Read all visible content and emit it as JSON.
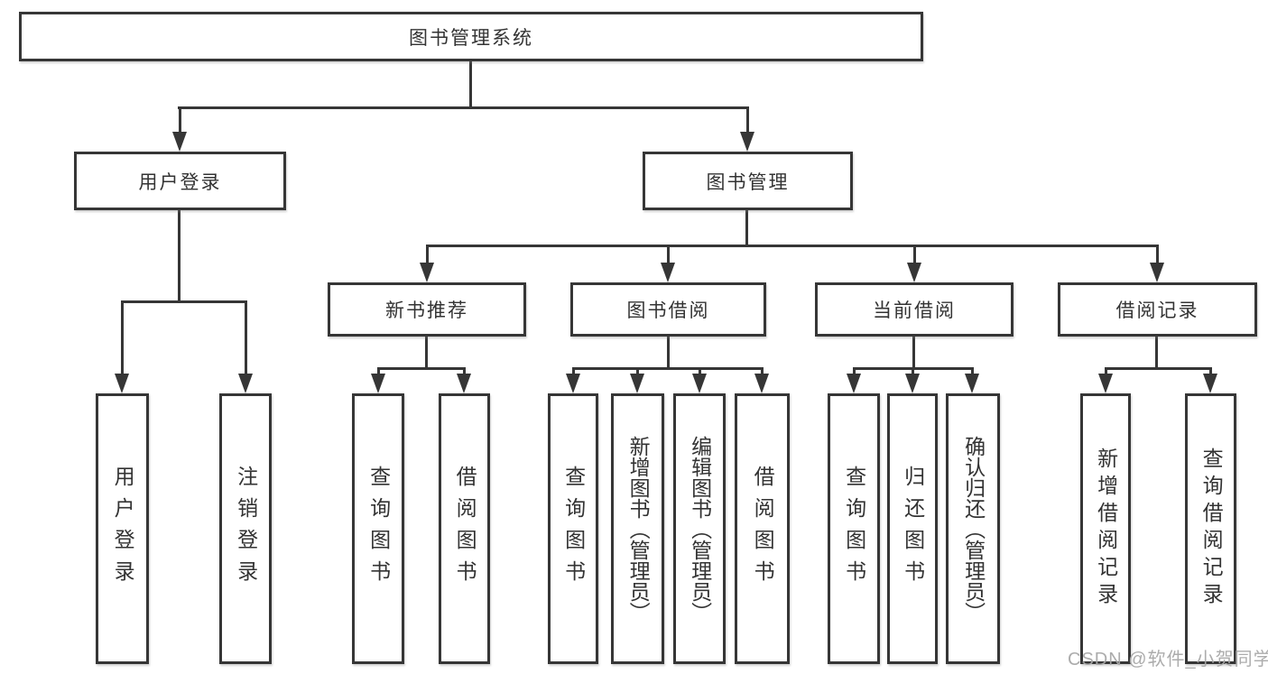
{
  "diagram": {
    "root": {
      "label": "图书管理系统"
    },
    "level2": {
      "user_login_group": {
        "label": "用户登录"
      },
      "book_mgmt_group": {
        "label": "图书管理"
      }
    },
    "level3": {
      "new_book_rec": {
        "label": "新书推荐"
      },
      "book_borrow": {
        "label": "图书借阅"
      },
      "current_borrow": {
        "label": "当前借阅"
      },
      "borrow_records": {
        "label": "借阅记录"
      }
    },
    "leaves": {
      "user_login": {
        "label": "用户登录"
      },
      "logout": {
        "label": "注销登录"
      },
      "rec_query_books": {
        "label": "查询图书"
      },
      "rec_borrow_books": {
        "label": "借阅图书"
      },
      "bb_query_books": {
        "label": "查询图书"
      },
      "bb_add_books": {
        "label": "新增图书（管理员）"
      },
      "bb_edit_books": {
        "label": "编辑图书（管理员）"
      },
      "bb_borrow_books": {
        "label": "借阅图书"
      },
      "cb_query_books": {
        "label": "查询图书"
      },
      "cb_return_books": {
        "label": "归还图书"
      },
      "cb_confirm_return": {
        "label": "确认归还（管理员）"
      },
      "br_add_record": {
        "label": "新增借阅记录"
      },
      "br_query_record": {
        "label": "查询借阅记录"
      }
    }
  },
  "watermark": {
    "text": "CSDN @软件_小贺同学"
  },
  "colors": {
    "line": "#363636",
    "text": "#333333",
    "background": "#ffffff",
    "watermark": "#a8a8a8"
  }
}
